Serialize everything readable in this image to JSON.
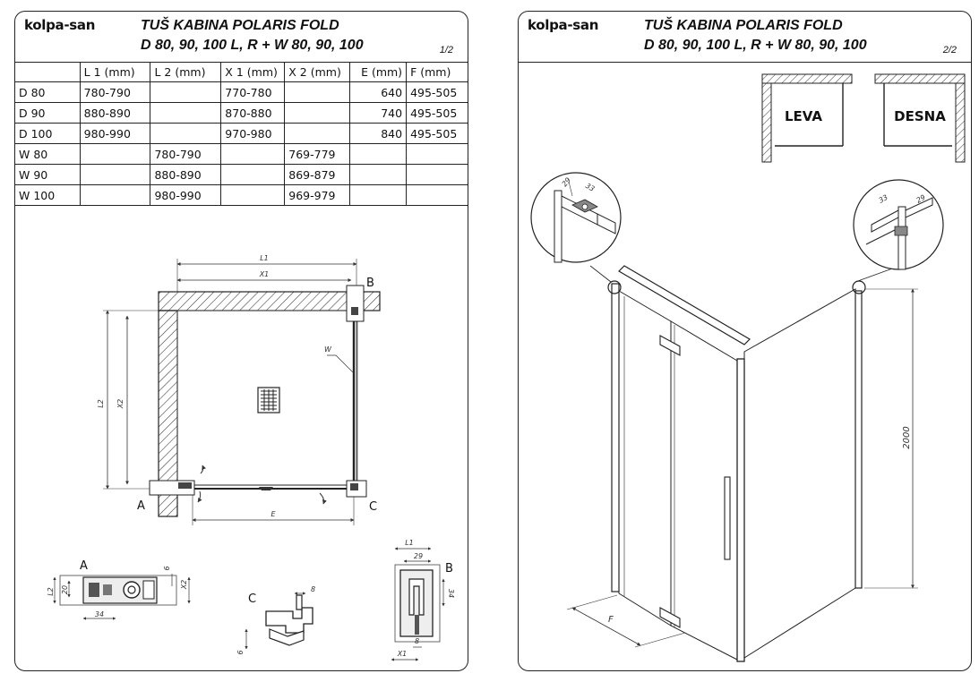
{
  "brand": {
    "logo_text": "kolpa-san"
  },
  "sheet1": {
    "title_line1": "TUŠ KABINA POLARIS FOLD",
    "title_line2": "D 80, 90, 100 L, R + W 80, 90, 100",
    "page": "1/2",
    "table": {
      "headers": [
        "",
        "L 1 (mm)",
        "L 2 (mm)",
        "X 1 (mm)",
        "X 2 (mm)",
        "E  (mm)",
        "F  (mm)"
      ],
      "rows": [
        [
          "D 80",
          "780-790",
          "",
          "770-780",
          "",
          "640",
          "495-505"
        ],
        [
          "D 90",
          "880-890",
          "",
          "870-880",
          "",
          "740",
          "495-505"
        ],
        [
          "D 100",
          "980-990",
          "",
          "970-980",
          "",
          "840",
          "495-505"
        ],
        [
          "W 80",
          "",
          "780-790",
          "",
          "769-779",
          "",
          ""
        ],
        [
          "W 90",
          "",
          "880-890",
          "",
          "869-879",
          "",
          ""
        ],
        [
          "W 100",
          "",
          "980-990",
          "",
          "969-979",
          "",
          ""
        ]
      ]
    },
    "plan": {
      "label_l1": "L1",
      "label_x1": "X1",
      "label_l2": "L2",
      "label_x2": "X2",
      "label_w": "W",
      "label_e": "E",
      "label_a": "A",
      "label_b": "B",
      "label_c": "C"
    },
    "detail_a": {
      "label": "A",
      "dim_l2": "L2",
      "dim_20": "20",
      "dim_6": "6",
      "dim_x2": "X2",
      "dim_34": "34"
    },
    "detail_c": {
      "label": "C",
      "dim_8": "8",
      "dim_6": "6"
    },
    "detail_b": {
      "label": "B",
      "dim_l1": "L1",
      "dim_29": "29",
      "dim_34": "34",
      "dim_8": "8",
      "dim_x1": "X1"
    }
  },
  "sheet2": {
    "title_line1": "TUŠ KABINA POLARIS FOLD",
    "title_line2": "D 80, 90, 100 L, R + W 80, 90, 100",
    "page": "2/2",
    "leva": "LEVA",
    "desna": "DESNA",
    "height_dim": "2000",
    "dim_f": "F",
    "detail_left": {
      "dim_29": "29",
      "dim_33": "33"
    },
    "detail_right": {
      "dim_33": "33",
      "dim_29": "29"
    }
  }
}
